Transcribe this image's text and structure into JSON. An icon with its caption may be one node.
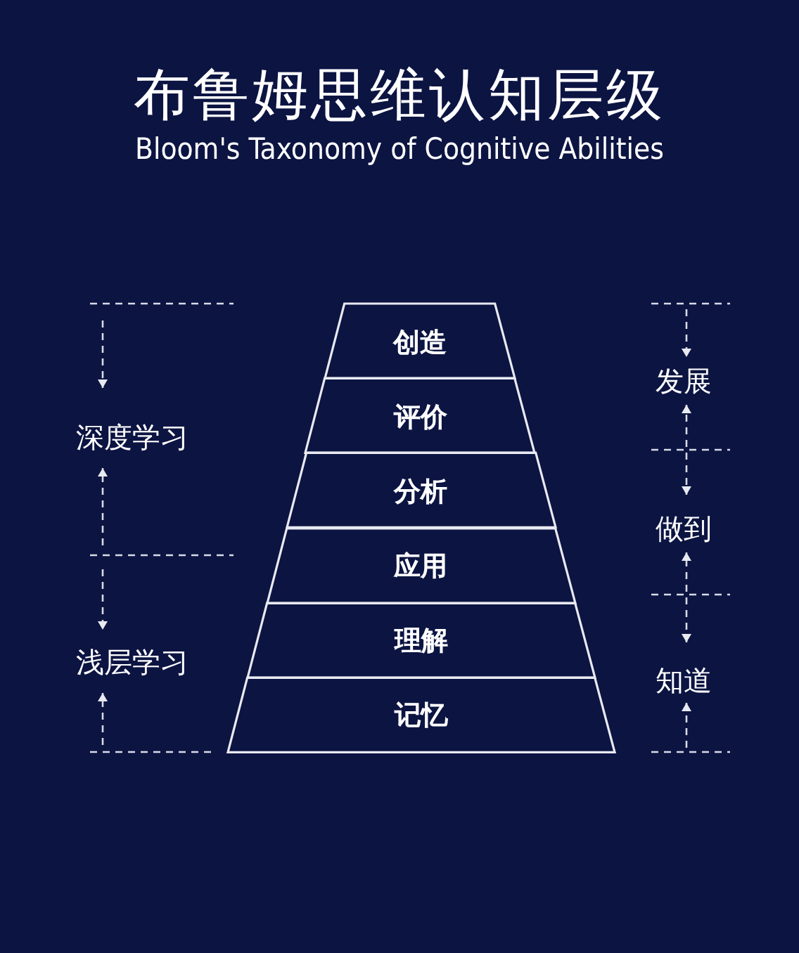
{
  "diagram": {
    "title": "布鲁姆思维认知层级",
    "caption": "Bloom's Taxonomy of Cognitive Abilities",
    "nodes": [
      {
        "text": [
          "创造"
        ]
      },
      {
        "text": [
          "评价"
        ]
      },
      {
        "text": [
          "分析"
        ]
      },
      {
        "text": [
          "应用"
        ]
      },
      {
        "text": [
          "理解"
        ]
      },
      {
        "text": [
          "记忆"
        ]
      }
    ],
    "labels": [
      "发展",
      "深度学习",
      "做到",
      "浅层学习",
      "知道"
    ]
  }
}
